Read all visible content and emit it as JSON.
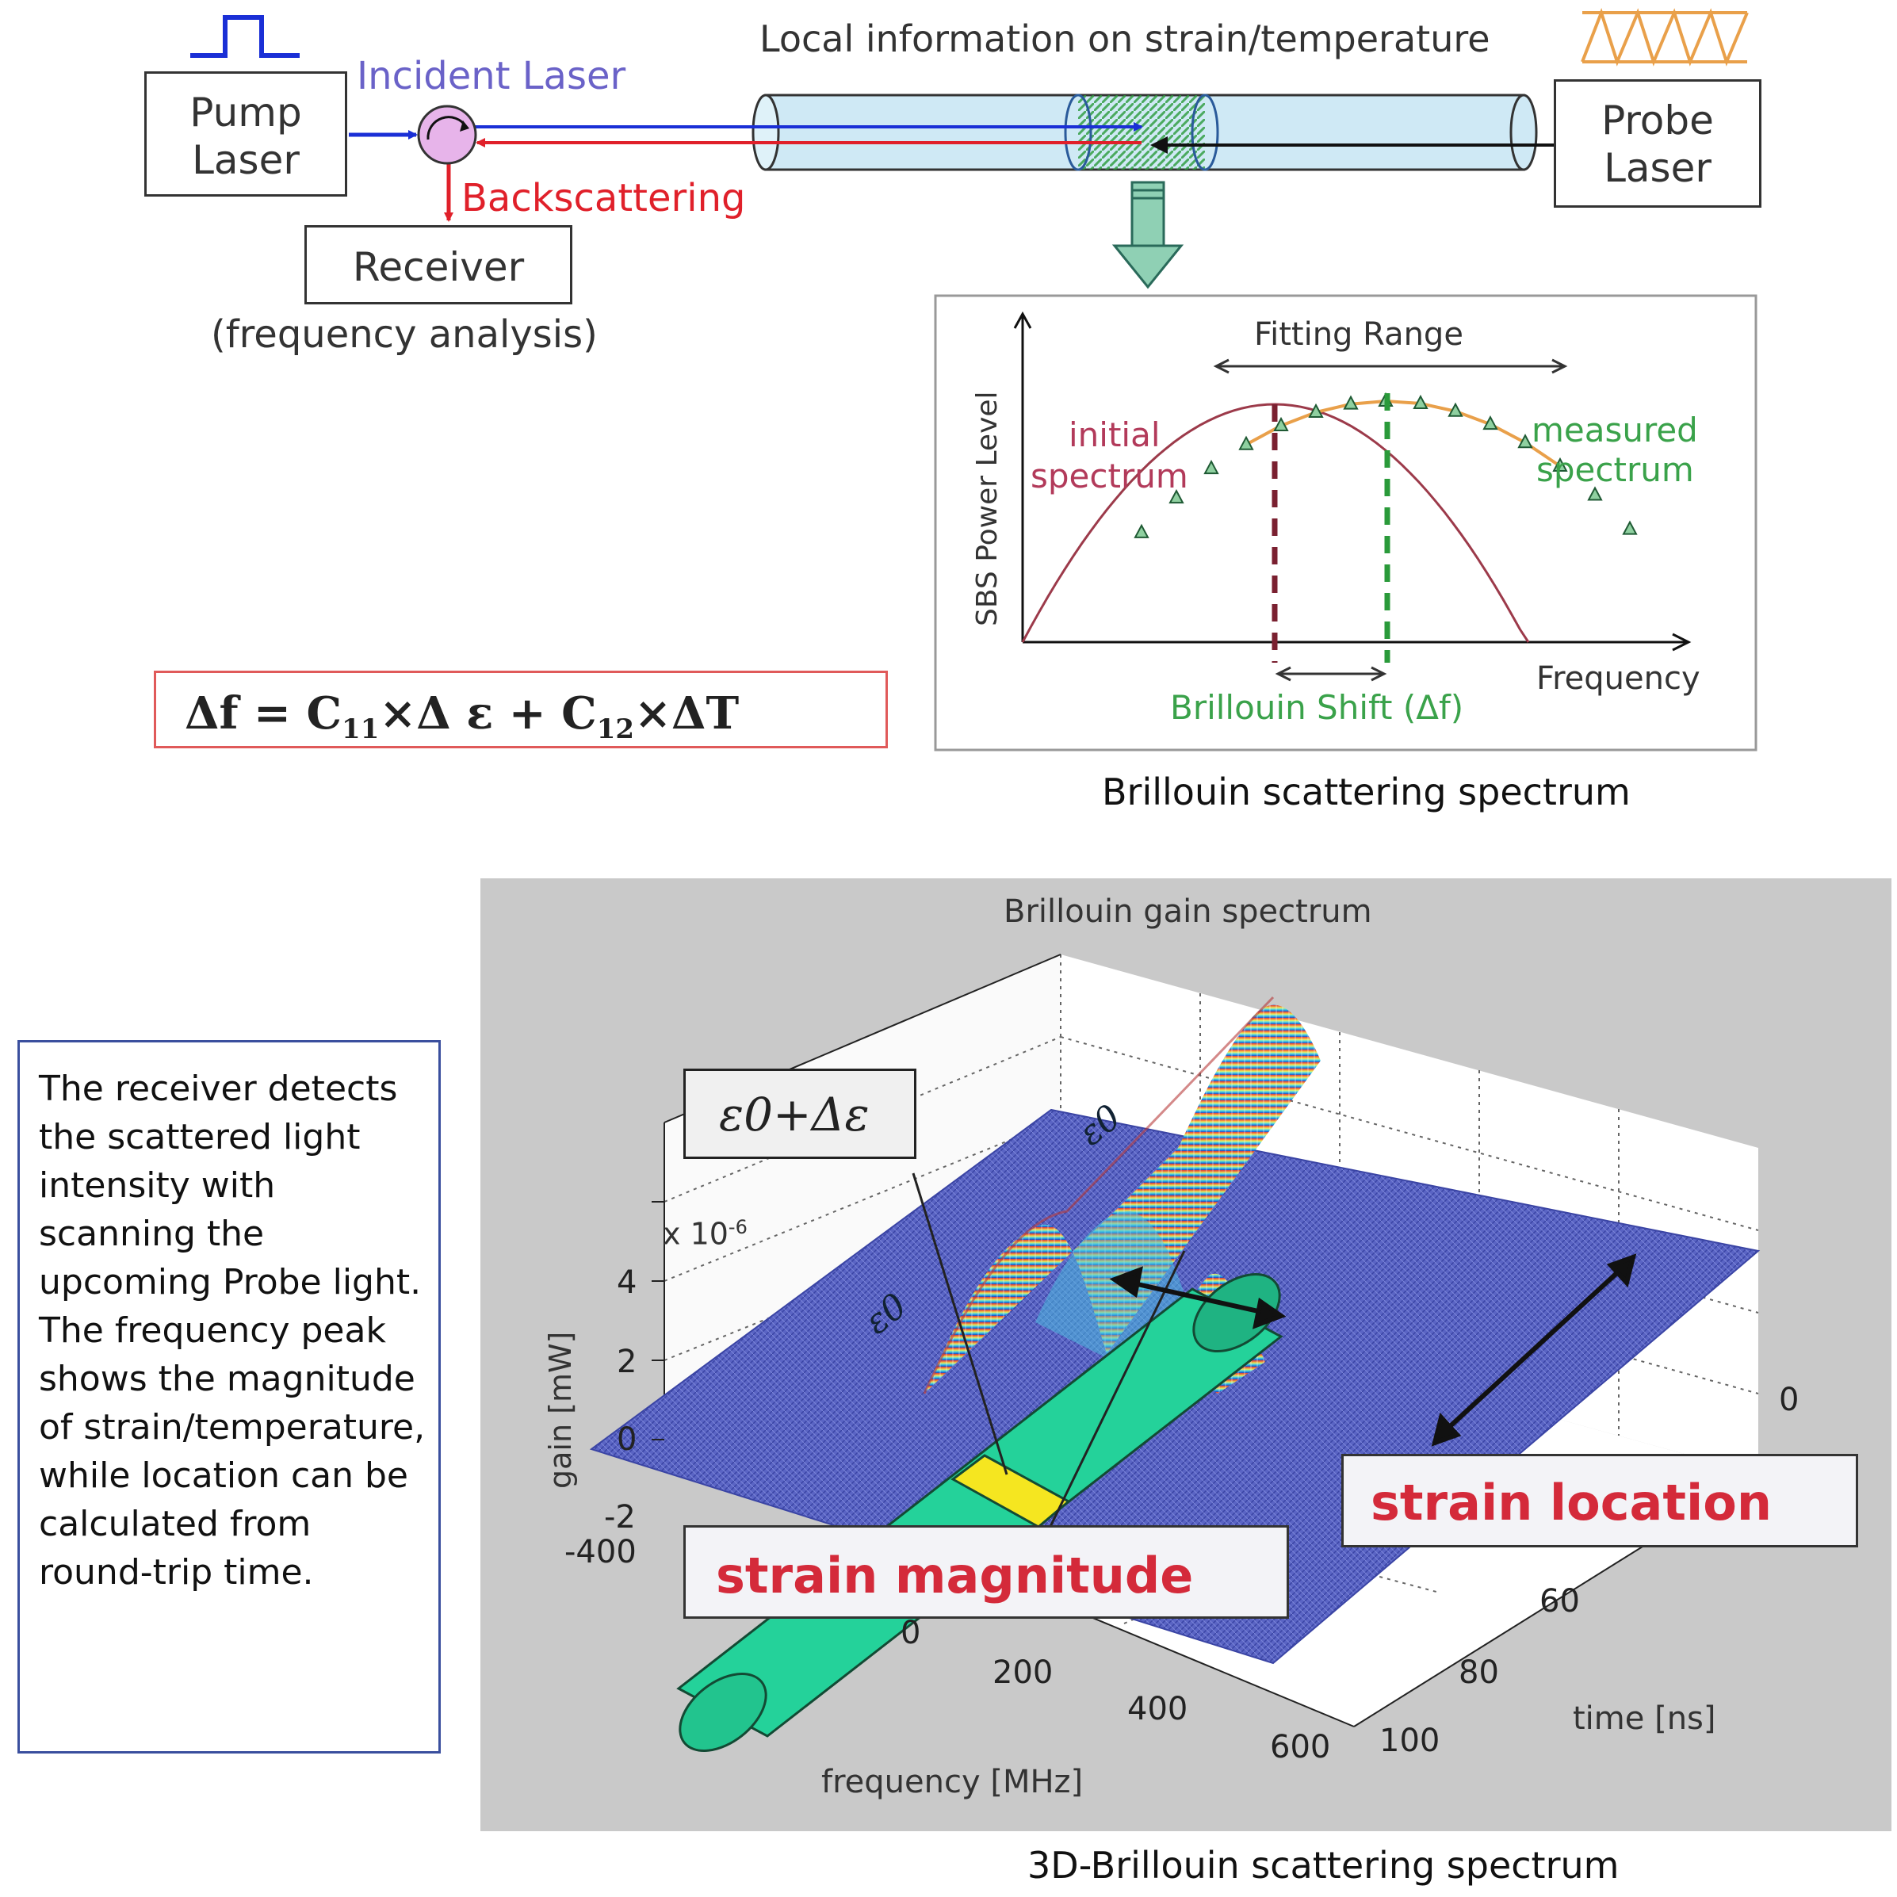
{
  "top": {
    "header": "Local information on strain/temperature",
    "pump_laser_label": "Pump\nLaser",
    "probe_laser_label": "Probe\nLaser",
    "incident_laser_label": "Incident Laser",
    "backscattering_label": "Backscattering",
    "receiver_label": "Receiver",
    "receiver_note": "(frequency analysis)"
  },
  "formula": {
    "lhs": "Δf = C",
    "sub1": "11",
    "mid1": "×Δ ε + C",
    "sub2": "12",
    "mid2": "×ΔT"
  },
  "spectrum": {
    "fitting_range": "Fitting Range",
    "ylabel": "SBS Power Level",
    "xlabel": "Frequency",
    "initial_label_1": "initial",
    "initial_label_2": "spectrum",
    "measured_label_1": "measured",
    "measured_label_2": "spectrum",
    "shift_label": "Brillouin Shift (Δf)",
    "caption": "Brillouin scattering spectrum",
    "colors": {
      "initial": "#9c3a4a",
      "measured": "#e9a04a",
      "markers": "#2f7a4f",
      "shift": "#3aa24a"
    }
  },
  "description": "The receiver detects the scattered light intensity with scanning the upcoming Probe light. The frequency peak shows the magnitude of strain/temperature, while location can be calculated from round-trip time.",
  "plot3d": {
    "title": "Brillouin gain spectrum",
    "scale_label": "x 10",
    "scale_exp": "-6",
    "z_label": "gain [mW]",
    "z_ticks": [
      "4",
      "2",
      "0",
      "-2"
    ],
    "x_label": "frequency [MHz]",
    "x_ticks": [
      "-400",
      "0",
      "200",
      "400",
      "600"
    ],
    "t_label": "time [ns]",
    "t_ticks": [
      "0",
      "60",
      "80",
      "100"
    ],
    "strain_box_label": "ε0+Δε",
    "fiber_label_top": "ε0",
    "fiber_label_bottom": "ε0",
    "strain_magnitude": "strain magnitude",
    "strain_location": "strain location",
    "caption": "3D-Brillouin scattering spectrum"
  }
}
